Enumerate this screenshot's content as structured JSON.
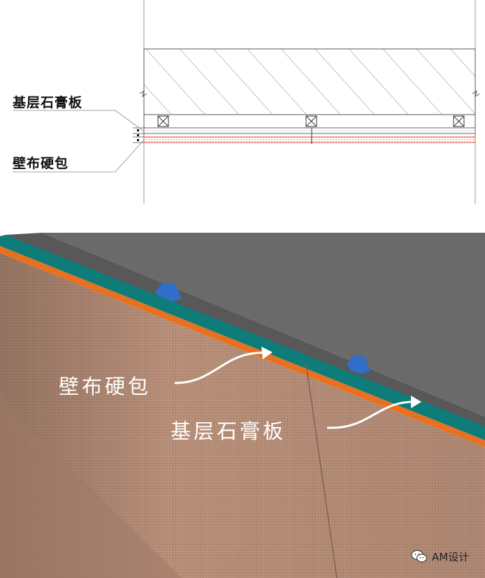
{
  "section_labels": {
    "base_gypsum_board": "基层石膏板",
    "wall_cloth_hard_wrap": "壁布硬包"
  },
  "render_labels": {
    "wall_cloth_hard_wrap": "壁布硬包",
    "base_gypsum_board": "基层石膏板"
  },
  "watermark": {
    "icon": "wechat-icon",
    "text": "AM设计"
  },
  "colors": {
    "fabric_finish": "#B78E78",
    "orange_edge": "#E8701F",
    "teal_board": "#0E7C79",
    "grey_wall": "#6A6A6A",
    "blue_stud": "#2F6FC8",
    "cad_red_layer": "#E4503A"
  }
}
